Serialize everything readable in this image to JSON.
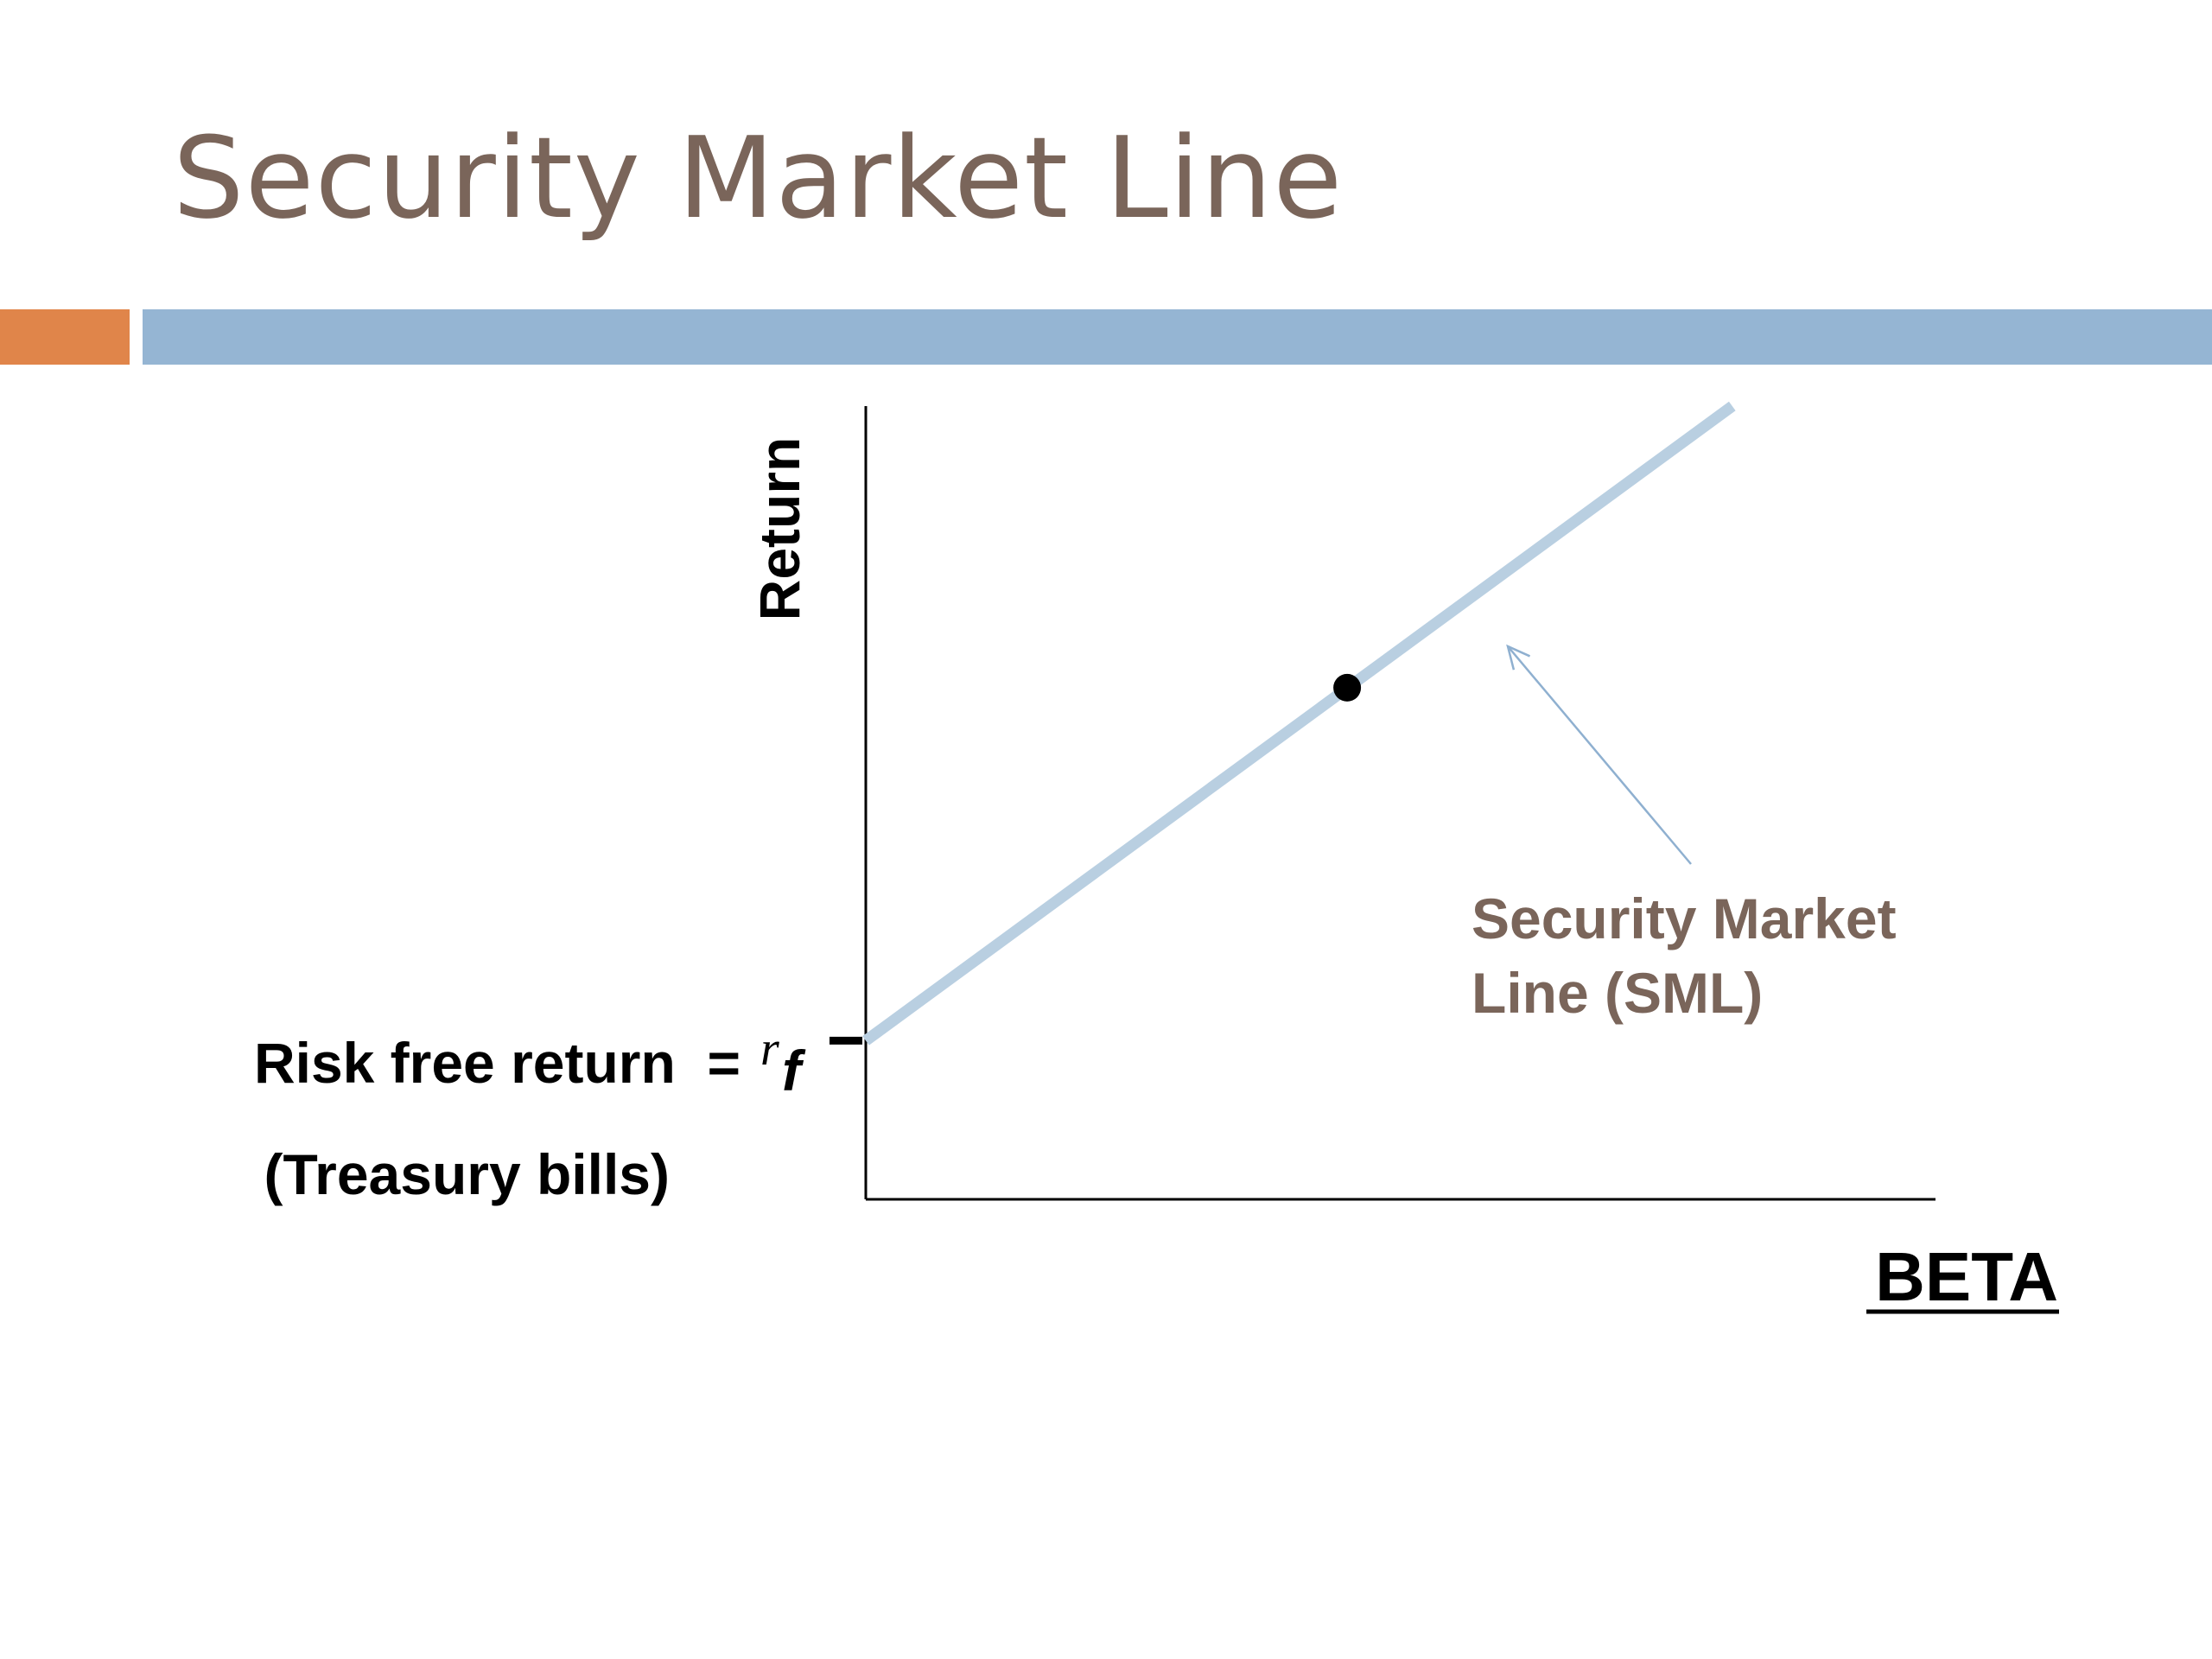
{
  "slide": {
    "title": "Security Market Line"
  },
  "colors": {
    "title": "#7a655a",
    "accent_orange": "#e0854a",
    "accent_blue": "#95b5d3",
    "sml_line": "#b9cfe1",
    "pointer": "#8fb0d0",
    "sml_label": "#7a655a",
    "axis": "#000000"
  },
  "chart_data": {
    "type": "line",
    "xlabel": "BETA",
    "ylabel": "Return",
    "xlim": [
      0,
      2
    ],
    "ylim": [
      0,
      10
    ],
    "grid": false,
    "series": [
      {
        "name": "Security Market Line (SML)",
        "x": [
          0,
          1.62
        ],
        "y": [
          2,
          10
        ]
      }
    ],
    "highlight_point": {
      "x": 0.9,
      "y": 6.45
    },
    "risk_free_tick": {
      "y": 2
    },
    "annotations": {
      "sml_label_line1": "Security Market",
      "sml_label_line2": "Line (SML)",
      "rf_label_text": "Risk free return  =",
      "rf_symbol_r": "r",
      "rf_symbol_sub": "f",
      "rf_note": "(Treasury bills)"
    }
  }
}
